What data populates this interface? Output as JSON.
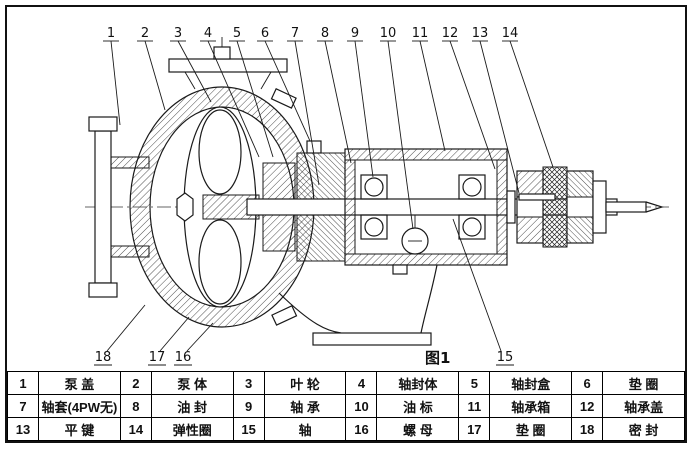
{
  "colors": {
    "ink": "#1a1a1a",
    "paper": "#ffffff"
  },
  "figure": {
    "label": "图1",
    "callouts_top": [
      "1",
      "2",
      "3",
      "4",
      "5",
      "6",
      "7",
      "8",
      "9",
      "10",
      "11",
      "12",
      "13",
      "14"
    ],
    "callouts_bottom": [
      "18",
      "17",
      "16",
      "15"
    ]
  },
  "parts_table": {
    "rows": [
      [
        {
          "no": "1",
          "name": "泵  盖"
        },
        {
          "no": "2",
          "name": "泵  体"
        },
        {
          "no": "3",
          "name": "叶  轮"
        },
        {
          "no": "4",
          "name": "轴封体"
        },
        {
          "no": "5",
          "name": "轴封盒"
        },
        {
          "no": "6",
          "name": "垫  圈"
        }
      ],
      [
        {
          "no": "7",
          "name": "轴套(4PW无)"
        },
        {
          "no": "8",
          "name": "油  封"
        },
        {
          "no": "9",
          "name": "轴  承"
        },
        {
          "no": "10",
          "name": "油  标"
        },
        {
          "no": "11",
          "name": "轴承箱"
        },
        {
          "no": "12",
          "name": "轴承盖"
        }
      ],
      [
        {
          "no": "13",
          "name": "平  键"
        },
        {
          "no": "14",
          "name": "弹性圈"
        },
        {
          "no": "15",
          "name": "轴"
        },
        {
          "no": "16",
          "name": "螺  母"
        },
        {
          "no": "17",
          "name": "垫  圈"
        },
        {
          "no": "18",
          "name": "密  封"
        }
      ]
    ]
  }
}
